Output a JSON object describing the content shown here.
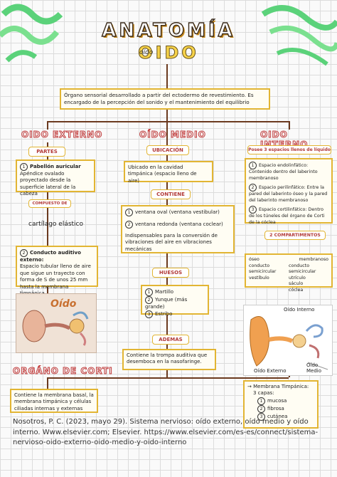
{
  "header": {
    "title": "ANATOMÍA",
    "subtitle": "OIDO",
    "subtitle_small": "oído"
  },
  "intro": "Órgano sensorial desarrollado a partir del ectodermo de revestimiento. Es encargado de la percepción del sonido y el mantenimiento del equilibrio",
  "externo": {
    "title": "OIDO EXTERNO",
    "parts_label": "PARTES",
    "pabellon": "Pabellón auricular",
    "pabellon_desc": "Apéndice ovalado proyectado desde la superficie lateral de la cabeza",
    "compuesto_label": "COMPUESTO DE",
    "compuesto": "cartílago elástico",
    "conducto": "Conducto auditivo externo:",
    "conducto_desc": "Espacio tubular lleno de aire que sigue un trayecto con forma de S de unos 25 mm hasta la membrana timpánica",
    "image_label": "Oído"
  },
  "medio": {
    "title": "OÍDO MEDIO",
    "ubicacion_label": "UBICACIÓN",
    "ubicacion": "Ubicado en la cavidad timpánica (espacio lleno de aire)",
    "contiene_label": "CONTIENE",
    "ventana_oval": "ventana oval (ventana vestibular)",
    "ventana_redonda": "ventana redonda (ventana coclear)",
    "indispensable": "Indispensables para la conversión de vibraciones del aire en vibraciones mecánicas",
    "huesos_label": "HUESOS",
    "huesos": [
      "Martillo",
      "Yunque (más grande)",
      "Estribo"
    ],
    "ademas_label": "ADEMAS",
    "ademas": "Contiene la trompa auditiva que desemboca en la nasofaringe."
  },
  "interno": {
    "title": "OIDO INTERNO",
    "pose_label": "Posee 3 espacios llenos de líquido",
    "espacios": [
      "Espacio endolinfático: Contenido dentro del laberinto membranoso",
      "Espacio perilinfático: Entre la pared del laberinto óseo y la pared del laberinto membranoso",
      "Espacio cortilinfático: Dentro de los túneles del órgano de Corti de la cóclea"
    ],
    "comp_label": "2 COMPARTIMENTOS",
    "oseo": "óseo",
    "membranoso": "membranoso",
    "oseo_items": [
      "conducto semicircular",
      "vestíbulo"
    ],
    "memb_items": [
      "conducto semicircular",
      "utrículo",
      "sáculo",
      "cóclea"
    ]
  },
  "ear_diagram": {
    "label_top": "Oído Interno",
    "label_left": "Oído Externo",
    "label_right": "Oído Medio"
  },
  "corti": {
    "title": "ORGÁNO DE CORTI",
    "desc": "Contiene la membrana basal, la membrana timpánica y células ciliadas internas y externas"
  },
  "timpano": {
    "title": "Membrana Timpánica:",
    "capas_label": "3 capas:",
    "capas": [
      "mucosa",
      "fibrosa",
      "cutánea"
    ]
  },
  "citation": "Nosotros, P. C. (2023, mayo 29). Sistema nervioso: oído externo, oído medio y oído interno. Www.elsevier.com; Elsevier. https://www.elsevier.com/es-es/connect/sistema-nervioso-oido-externo-oido-medio-y-oido-interno",
  "colors": {
    "accent": "#e2b533",
    "title_red": "#c23a3a",
    "green": "#5bd27a"
  }
}
